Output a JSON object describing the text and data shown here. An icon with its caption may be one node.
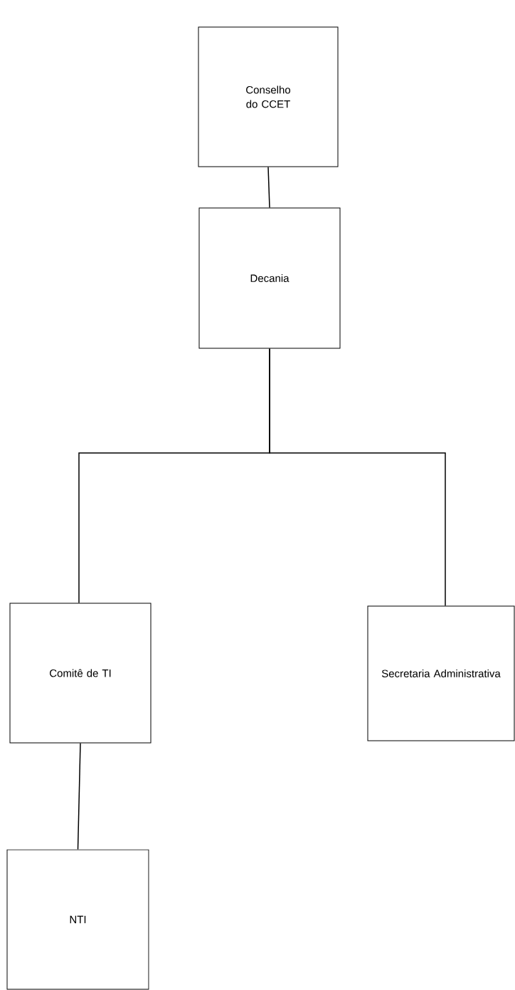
{
  "diagram": {
    "nodes": [
      {
        "text": [
          "Conselho do CCET"
        ]
      },
      {
        "text": [
          "Decania"
        ]
      },
      {
        "text": [
          "Comitê de TI"
        ]
      },
      {
        "text": [
          "Secretaria Administrativa"
        ]
      },
      {
        "text": [
          "NTI"
        ]
      }
    ],
    "edges": [
      {
        "from": 0,
        "to": 1,
        "arrow": "none"
      },
      {
        "from": 1,
        "to": 2,
        "arrow": "none"
      },
      {
        "from": 1,
        "to": 3,
        "arrow": "none"
      },
      {
        "from": 2,
        "to": 4,
        "arrow": "none"
      }
    ]
  }
}
